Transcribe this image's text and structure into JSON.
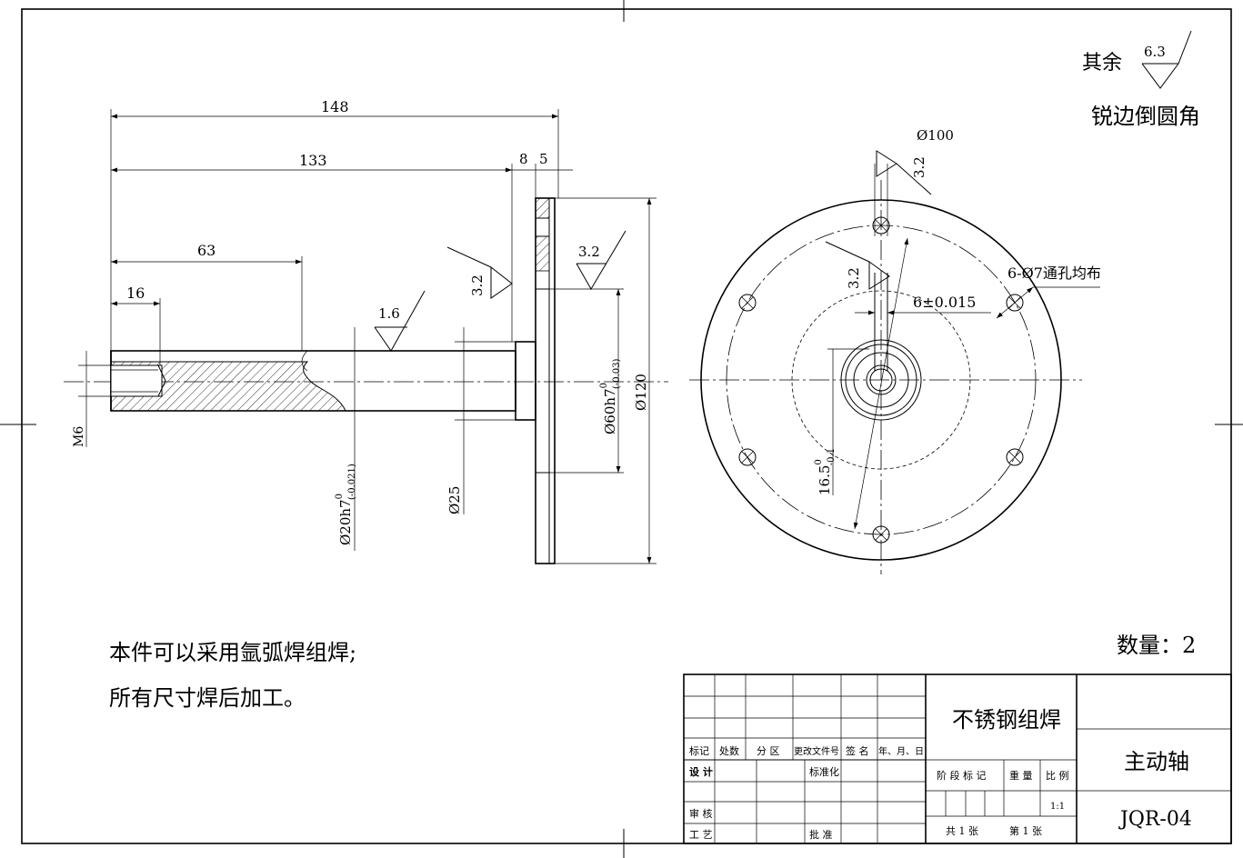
{
  "notes": {
    "surface_rest_label": "其余",
    "surface_rest_value": "6.3",
    "edge_note": "锐边倒圆角",
    "quantity": "数量：2",
    "tech_line1": "本件可以采用氩弧焊组焊;",
    "tech_line2": "所有尺寸焊后加工。"
  },
  "dims": {
    "len_148": "148",
    "len_133": "133",
    "len_63": "63",
    "len_16": "16",
    "len_8": "8",
    "len_5": "5",
    "thread": "M6",
    "dia_20_base": "Ø20h7",
    "dia_20_tol_top": "0",
    "dia_20_tol_bot": "(-0.021)",
    "dia_25": "Ø25",
    "dia_60_base": "Ø60h7",
    "dia_60_tol_top": "0",
    "dia_60_tol_bot": "(-0.03)",
    "dia_120": "Ø120",
    "dia_100": "Ø100",
    "holes": "6-Ø7通孔均布",
    "key_width": "6±0.015",
    "key_depth_base": "16.5",
    "key_depth_tol_top": "0",
    "key_depth_tol_bot": "-0.1"
  },
  "roughness": {
    "r1": "3.2",
    "r2": "1.6",
    "r3": "3.2",
    "r4": "3.2",
    "r5": "3.2"
  },
  "title_block": {
    "material": "不锈钢组焊",
    "part_name": "主动轴",
    "drawing_no": "JQR-04",
    "h_mark": "标记",
    "h_count": "处数",
    "h_zone": "分 区",
    "h_doc": "更改文件号",
    "h_sign": "签 名",
    "h_date": "年、月、日",
    "design": "设 计",
    "standard": "标准化",
    "review": "审 核",
    "process": "工 艺",
    "approve": "批 准",
    "stage": "阶 段 标 记",
    "weight": "重 量",
    "scale_label": "比 例",
    "scale": "1:1",
    "sheets_total": "共 1  张",
    "sheet_no": "第  1 张"
  }
}
